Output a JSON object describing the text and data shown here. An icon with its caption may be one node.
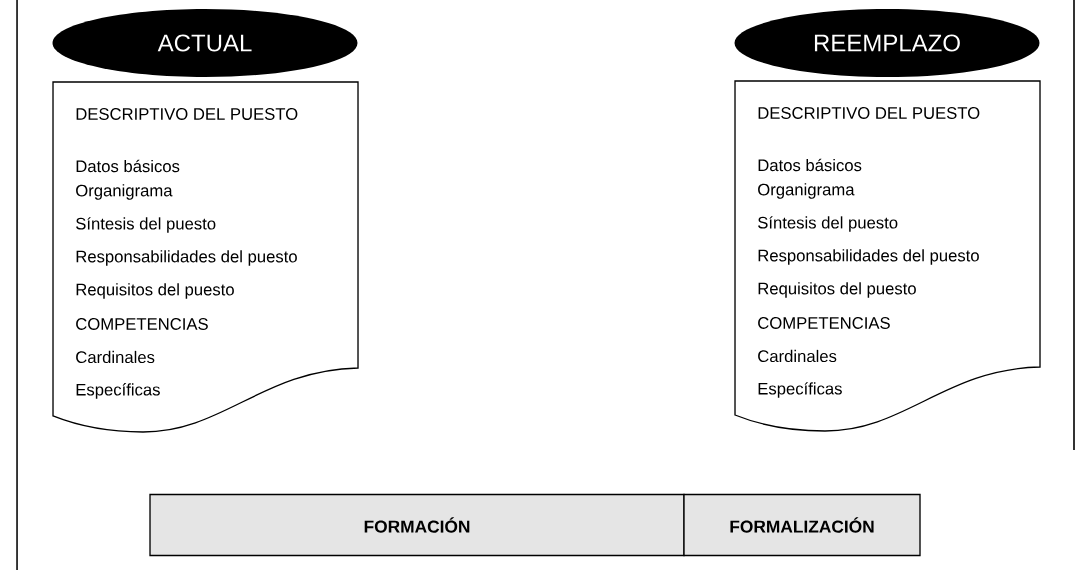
{
  "diagram": {
    "nodes": [
      {
        "text": [
          "ACTUAL"
        ]
      },
      {
        "text": [
          "DESCRIPTIVO DEL PUESTO",
          "Datos básicos",
          "Organigrama",
          "Síntesis del puesto",
          "Responsabilidades del puesto",
          "Requisitos del puesto",
          "COMPETENCIAS",
          "Cardinales",
          "Específicas"
        ]
      },
      {
        "text": [
          "REEMPLAZO"
        ]
      },
      {
        "text": [
          "DESCRIPTIVO DEL PUESTO",
          "Datos básicos",
          "Organigrama",
          "Síntesis del puesto",
          "Responsabilidades del puesto",
          "Requisitos del puesto",
          "COMPETENCIAS",
          "Cardinales",
          "Específicas"
        ]
      },
      {
        "text": [
          "FORMACIÓN"
        ]
      },
      {
        "text": [
          "FORMALIZACIÓN"
        ]
      }
    ]
  }
}
